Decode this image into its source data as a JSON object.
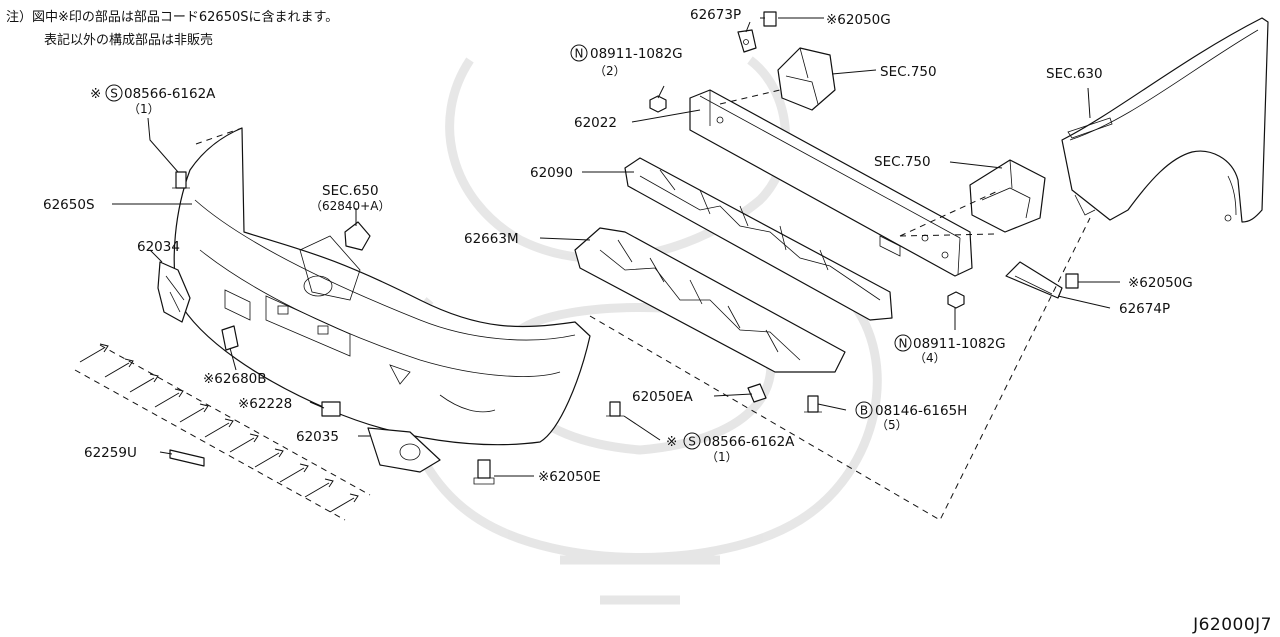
{
  "notes": {
    "line1": "注）図中※印の部品は部品コード62650Sに含まれます。",
    "line2": "表記以外の構成部品は非販売"
  },
  "labels": {
    "p62673P": "62673P",
    "p62050G_top": "※62050G",
    "p08911_top": "08911-1082G",
    "p08911_top_qty": "（2）",
    "sec750_top": "SEC.750",
    "p62022": "62022",
    "sec630": "SEC.630",
    "p62090": "62090",
    "sec750_mid": "SEC.750",
    "p08566_top": "08566-6162A",
    "p08566_top_prefix": "※",
    "p08566_top_qty": "（1）",
    "p62650S": "62650S",
    "sec650": "SEC.650",
    "sec650_sub": "（62840+A）",
    "p62663M": "62663M",
    "p62034": "62034",
    "p62050G_right": "※62050G",
    "p62674P": "62674P",
    "p08911_right": "08911-1082G",
    "p08911_right_qty": "（4）",
    "p62680B": "※62680B",
    "p62228": "※62228",
    "p62050EA": "62050EA",
    "p08146": "08146-6165H",
    "p08146_qty": "（5）",
    "p62035": "62035",
    "p08566_bot": "08566-6162A",
    "p08566_bot_prefix": "※",
    "p08566_bot_qty": "（1）",
    "p62259U": "62259U",
    "p62050E": "※62050E"
  },
  "symbols": {
    "n_top": "N",
    "s_top": "S",
    "n_right": "N",
    "b_right": "B",
    "s_bot": "S"
  },
  "diagram_code": "J62000J7"
}
